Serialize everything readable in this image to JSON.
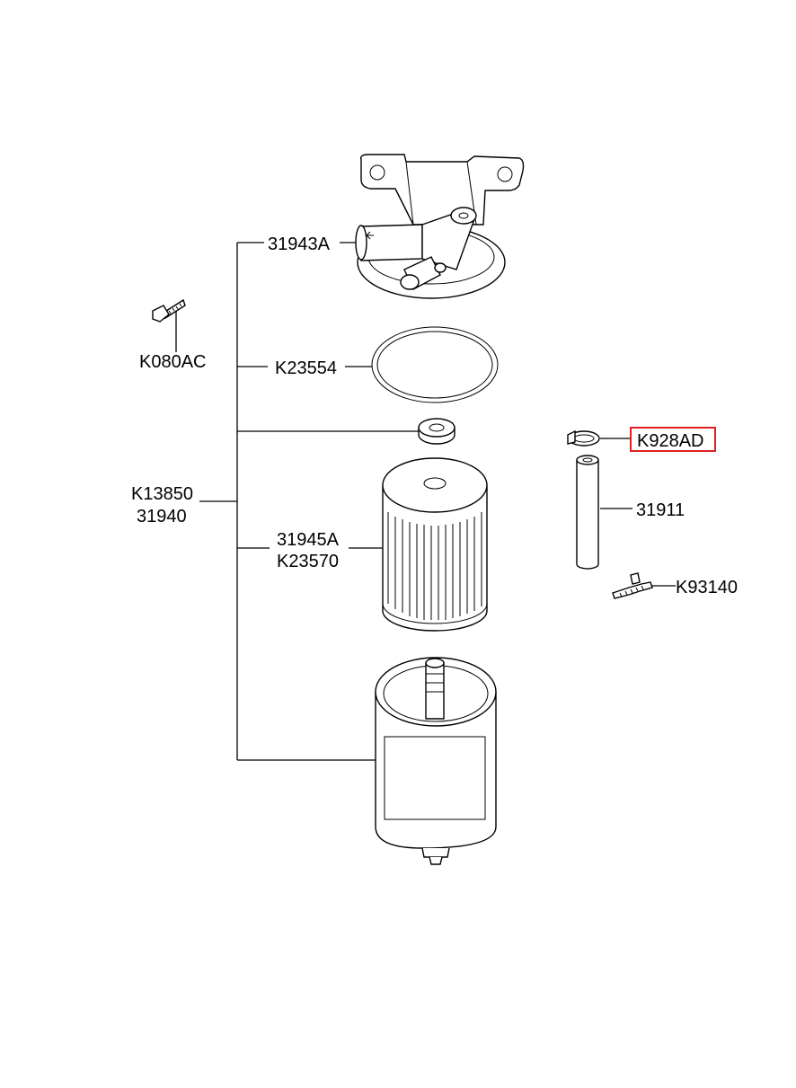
{
  "labels": {
    "housing": "31943A",
    "bolt": "K080AC",
    "oring": "K23554",
    "assembly_line1": "K13850",
    "assembly_line2": "31940",
    "element_line1": "31945A",
    "element_line2": "K23570",
    "clamp": "K928AD",
    "hose": "31911",
    "band": "K93140"
  },
  "highlight": {
    "color": "#e02020"
  }
}
